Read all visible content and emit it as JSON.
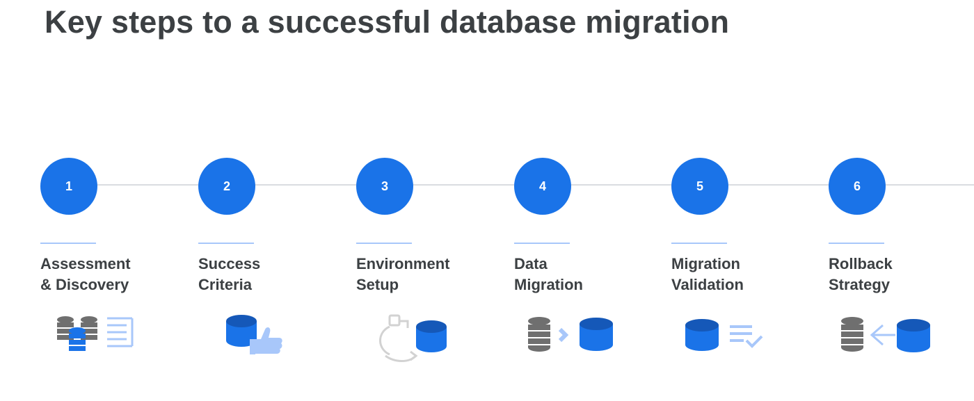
{
  "title": "Key steps to a successful database migration",
  "colors": {
    "accent": "#1a73e8",
    "text": "#3c4043",
    "timeline": "#dadce0",
    "icon_gray": "#6f6f6f"
  },
  "steps": [
    {
      "number": "1",
      "label_line1": "Assessment",
      "label_line2": "& Discovery",
      "icon": "database-stack-document-icon"
    },
    {
      "number": "2",
      "label_line1": "Success",
      "label_line2": "Criteria",
      "icon": "database-thumbs-up-icon"
    },
    {
      "number": "3",
      "label_line1": "Environment",
      "label_line2": "Setup",
      "icon": "environment-setup-database-icon"
    },
    {
      "number": "4",
      "label_line1": "Data",
      "label_line2": "Migration",
      "icon": "database-transfer-icon"
    },
    {
      "number": "5",
      "label_line1": "Migration",
      "label_line2": "Validation",
      "icon": "database-checklist-icon"
    },
    {
      "number": "6",
      "label_line1": "Rollback",
      "label_line2": "Strategy",
      "icon": "database-rollback-icon"
    }
  ]
}
